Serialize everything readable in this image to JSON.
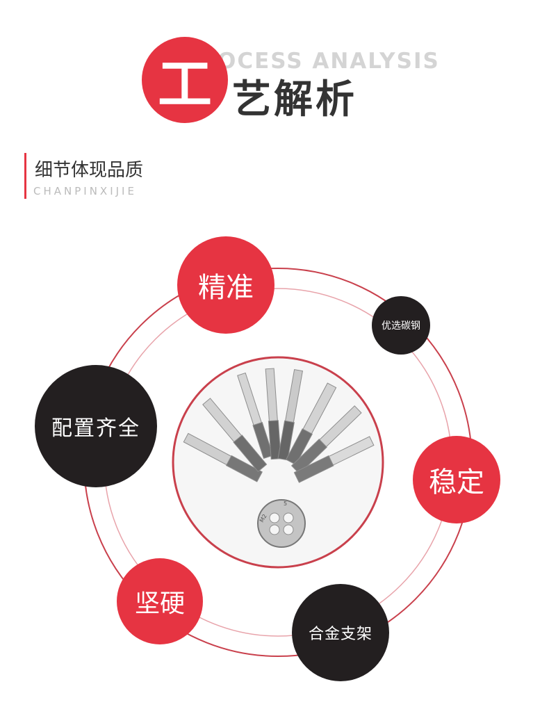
{
  "header": {
    "badge_char": "工",
    "title_rest": "艺解析",
    "subtitle_en": "OCESS ANALYSIS"
  },
  "section": {
    "title": "细节体现品质",
    "subtitle": "CHANPINXIJIE"
  },
  "features": {
    "precise": "精准",
    "carbon_steel": "优选碳钢",
    "complete": "配置齐全",
    "stable": "稳定",
    "hard": "坚硬",
    "alloy_stand": "合金支架"
  },
  "photo": {
    "die_marks": [
      "M2",
      "5"
    ]
  },
  "colors": {
    "accent": "#e63442",
    "dark": "#231f20",
    "ring": "#c9404c"
  }
}
